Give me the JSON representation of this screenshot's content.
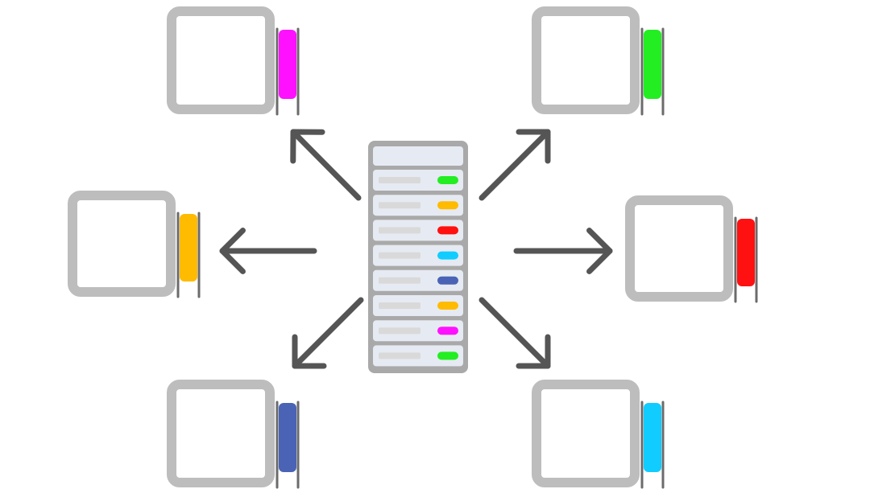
{
  "server": {
    "panel_color": "#e6eaf2",
    "frame_color": "#a9a9a9",
    "slot_bar_color": "#d9d9d9",
    "slot_indicators": [
      {
        "color": "#22ee22"
      },
      {
        "color": "#ffbb00"
      },
      {
        "color": "#ff1111"
      },
      {
        "color": "#11ccff"
      },
      {
        "color": "#4a63b5"
      },
      {
        "color": "#ffbb00"
      },
      {
        "color": "#ff11ff"
      },
      {
        "color": "#22ee22"
      }
    ]
  },
  "clients": [
    {
      "id": "top-left",
      "color": "#ff11ff"
    },
    {
      "id": "top-right",
      "color": "#22ee22"
    },
    {
      "id": "middle-left",
      "color": "#ffbb00"
    },
    {
      "id": "middle-right",
      "color": "#ff1111"
    },
    {
      "id": "bottom-left",
      "color": "#4a63b5"
    },
    {
      "id": "bottom-right",
      "color": "#11ccff"
    }
  ],
  "style": {
    "frame_color": "#bdbdbd",
    "rail_color": "#6b6b6b",
    "arrow_color": "#555555"
  },
  "arrows": [
    {
      "target": "top-left",
      "direction": "up-left"
    },
    {
      "target": "top-right",
      "direction": "up-right"
    },
    {
      "target": "middle-left",
      "direction": "left"
    },
    {
      "target": "middle-right",
      "direction": "right"
    },
    {
      "target": "bottom-left",
      "direction": "down-left"
    },
    {
      "target": "bottom-right",
      "direction": "down-right"
    }
  ]
}
